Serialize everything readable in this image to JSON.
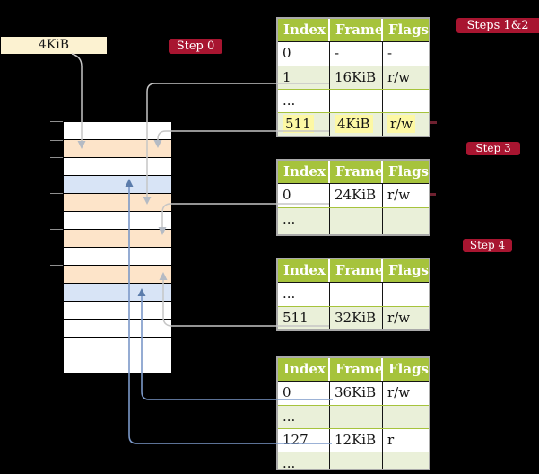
{
  "memory_label": "4KiB",
  "badges": {
    "step0": "Step 0",
    "steps12": "Steps 1&2",
    "step3": "Step 3",
    "step4": "Step 4"
  },
  "memory": {
    "rows": [
      "empty",
      "table",
      "empty",
      "page",
      "table",
      "empty",
      "table",
      "empty",
      "table",
      "page",
      "empty",
      "empty",
      "empty",
      "empty"
    ]
  },
  "tables": [
    {
      "id": "level-4-table",
      "headers": [
        "Index",
        "Frame",
        "Flags"
      ],
      "rows": [
        {
          "cells": [
            "0",
            "-",
            "-"
          ]
        },
        {
          "cells": [
            "1",
            "16KiB",
            "r/w"
          ]
        },
        {
          "cells": [
            "...",
            "",
            ""
          ]
        },
        {
          "cells": [
            "511",
            "4KiB",
            "r/w"
          ],
          "highlighted": true
        }
      ]
    },
    {
      "id": "level-3-table",
      "headers": [
        "Index",
        "Frame",
        "Flags"
      ],
      "rows": [
        {
          "cells": [
            "0",
            "24KiB",
            "r/w"
          ]
        },
        {
          "cells": [
            "...",
            "",
            ""
          ]
        }
      ]
    },
    {
      "id": "level-2-table",
      "headers": [
        "Index",
        "Frame",
        "Flags"
      ],
      "rows": [
        {
          "cells": [
            "...",
            "",
            ""
          ]
        },
        {
          "cells": [
            "511",
            "32KiB",
            "r/w"
          ]
        }
      ]
    },
    {
      "id": "level-1-table",
      "headers": [
        "Index",
        "Frame",
        "Flags"
      ],
      "rows": [
        {
          "cells": [
            "0",
            "36KiB",
            "r/w"
          ]
        },
        {
          "cells": [
            "...",
            "",
            ""
          ]
        },
        {
          "cells": [
            "127",
            "12KiB",
            "r"
          ]
        },
        {
          "cells": [
            "...",
            "",
            ""
          ]
        }
      ]
    }
  ],
  "colors": {
    "background": "#000000",
    "badge_red": "#a81530",
    "table_header_green": "#a6c33c",
    "table_row_light_green": "#eaf0d9",
    "highlight_yellow": "#fdf8a4",
    "memory_table_peach": "#fde4c9",
    "memory_page_blue": "#d8e4f6",
    "address_label_cream": "#fcf2d1",
    "grey_wire": "#c6c6c6",
    "blue_wire": "#7b98c8",
    "maroon_dash": "#6e2130"
  }
}
